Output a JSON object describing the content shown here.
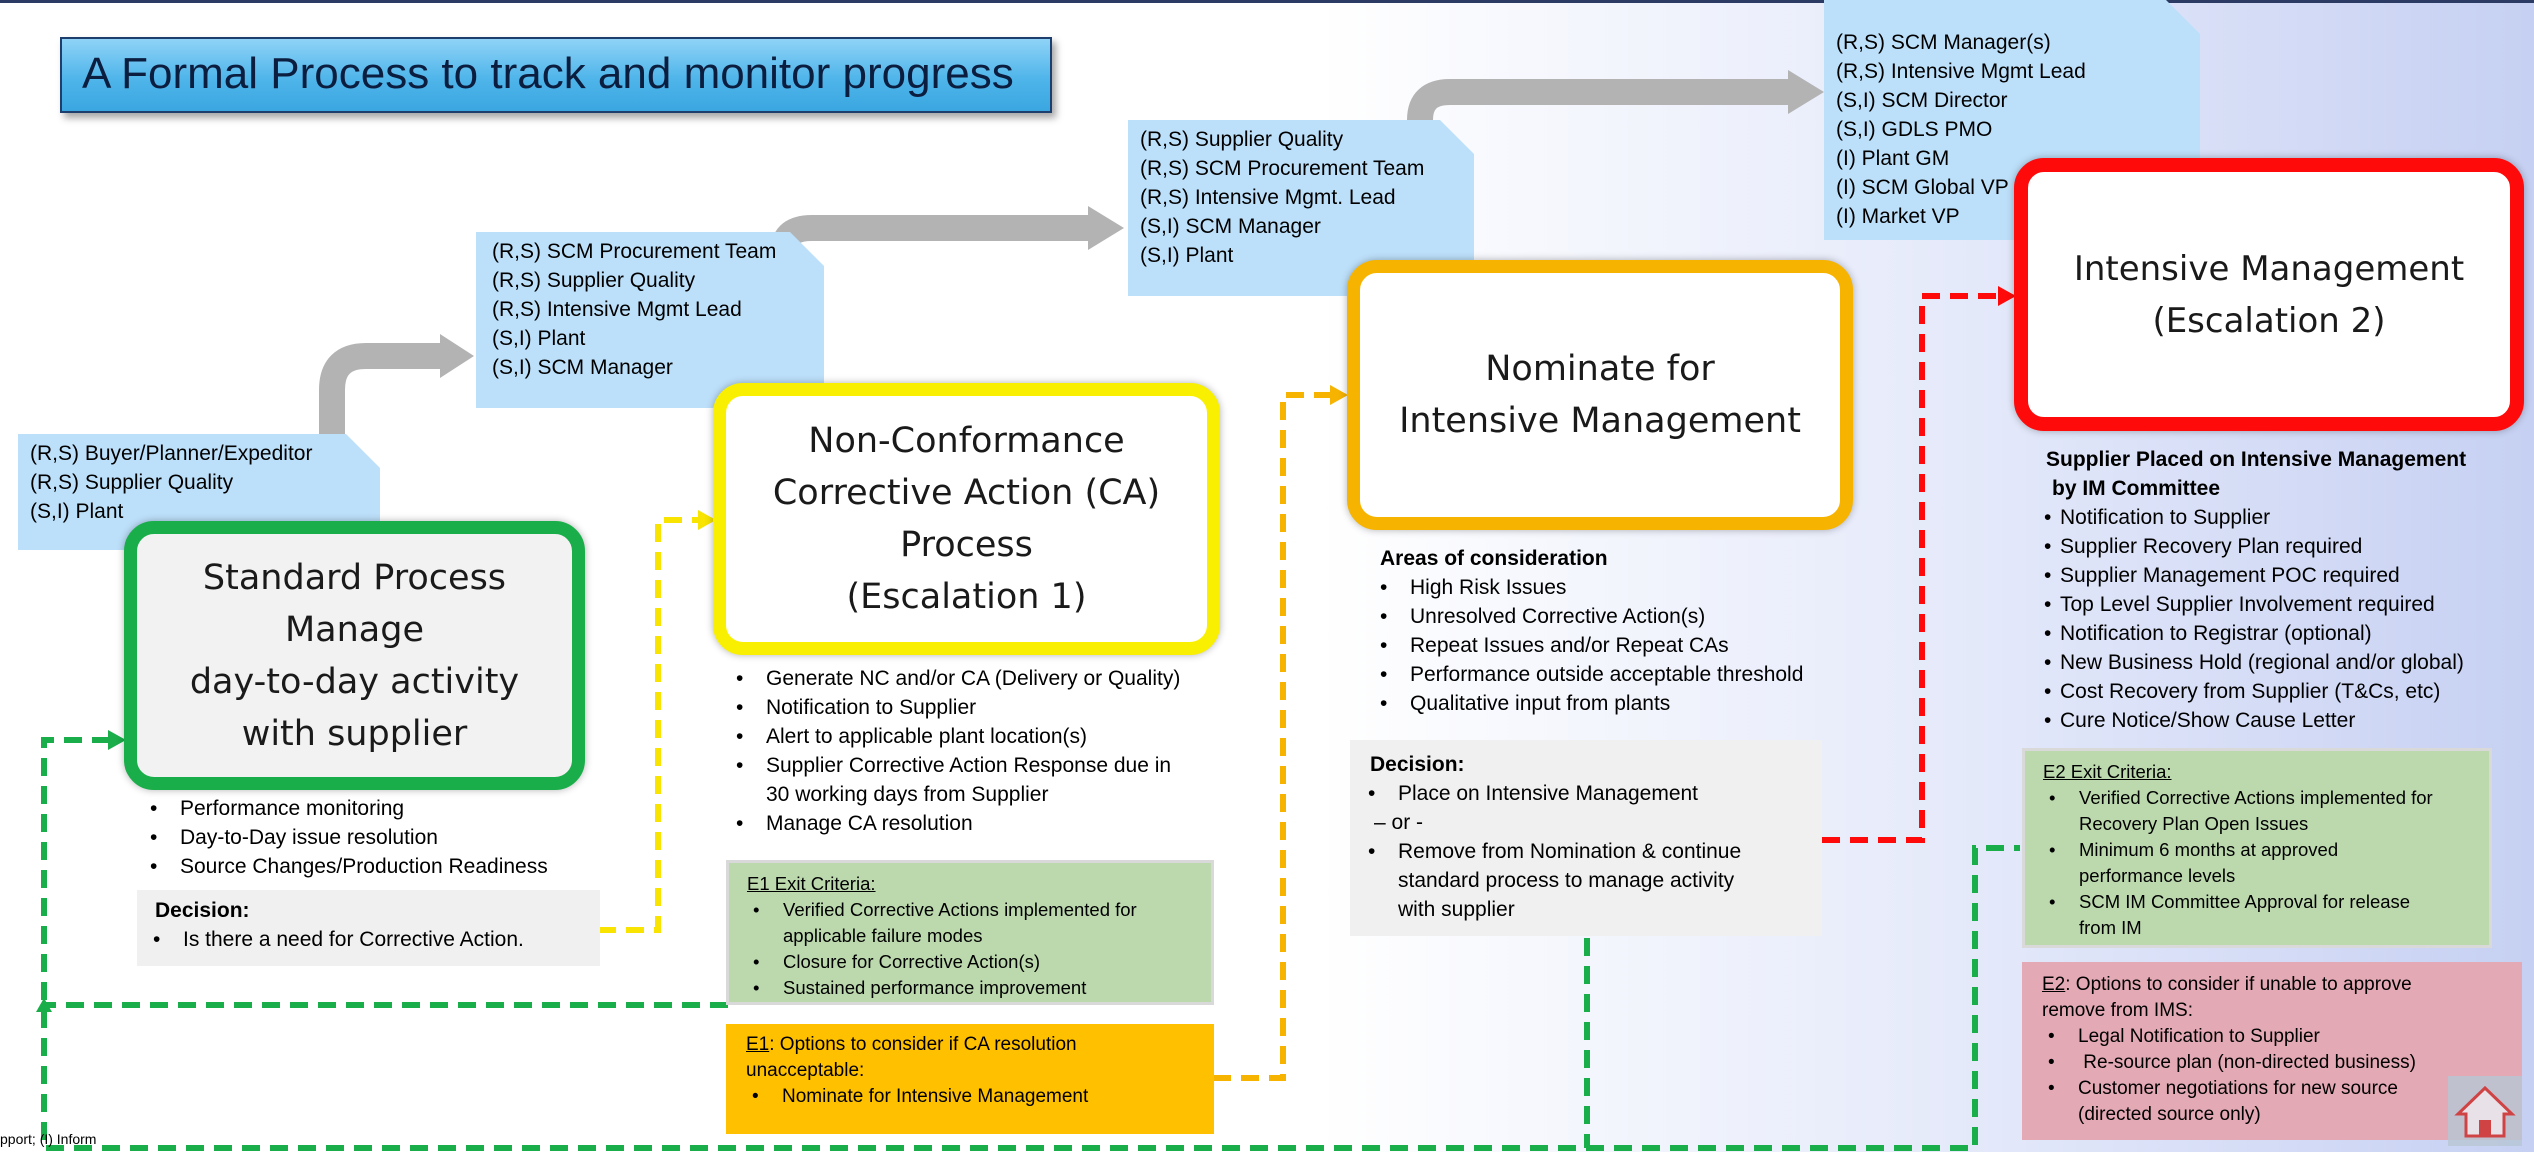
{
  "title": "A Formal Process to track and monitor progress",
  "roles": {
    "stage1": [
      "(R,S) Buyer/Planner/Expeditor",
      "(R,S) Supplier Quality",
      "(S,I) Plant"
    ],
    "stage2": [
      "(R,S) SCM Procurement Team",
      "(R,S) Supplier Quality",
      "(R,S) Intensive Mgmt Lead",
      "(S,I) Plant",
      "(S,I) SCM Manager"
    ],
    "stage3": [
      "(R,S) Supplier Quality",
      "(R,S) SCM Procurement Team",
      "(R,S) Intensive Mgmt. Lead",
      "(S,I) SCM Manager",
      "(S,I) Plant"
    ],
    "stage4": [
      "(R,S) SCM Manager(s)",
      "(R,S) Intensive Mgmt Lead",
      "(S,I) SCM Director",
      "(S,I) GDLS PMO",
      "(I) Plant GM",
      "(I) SCM Global VP",
      "(I) Market VP"
    ]
  },
  "stages": {
    "standard": {
      "lines": [
        "Standard Process",
        "Manage",
        "day-to-day activity",
        "with supplier"
      ],
      "bullets": [
        "Performance monitoring",
        "Day-to-Day issue resolution",
        "Source Changes/Production Readiness"
      ],
      "decision_label": "Decision:",
      "decision_bullets": [
        "Is there a need for Corrective Action."
      ]
    },
    "nonconformance": {
      "lines": [
        "Non-Conformance",
        "Corrective Action (CA)",
        "Process",
        "(Escalation 1)"
      ],
      "bullets": [
        "Generate NC and/or CA (Delivery or Quality)",
        "Notification to Supplier",
        "Alert to applicable plant location(s)",
        "Supplier Corrective Action Response due in",
        "Manage CA resolution"
      ],
      "bullet_continuation": "30 working days from Supplier",
      "e1_exit": {
        "label": "E1 Exit Criteria:",
        "bullets": [
          "Verified Corrective Actions implemented for",
          "Closure for Corrective Action(s)",
          "Sustained performance improvement"
        ],
        "continuation": "applicable failure modes"
      },
      "e1_options": {
        "label": "E1",
        "text": ": Options to consider if CA resolution",
        "text2": "unacceptable:",
        "bullets": [
          "Nominate for Intensive Management"
        ]
      }
    },
    "nominate": {
      "lines": [
        "Nominate for",
        "Intensive Management"
      ],
      "areas_label": "Areas of consideration",
      "areas": [
        "High Risk Issues",
        "Unresolved Corrective Action(s)",
        "Repeat Issues and/or Repeat CAs",
        "Performance outside acceptable threshold",
        "Qualitative input from plants"
      ],
      "decision_label": "Decision:",
      "decision_first": "Place on Intensive Management",
      "or": "– or -",
      "decision_second": [
        "Remove from Nomination & continue",
        "standard process to manage activity",
        "with supplier"
      ]
    },
    "intensive": {
      "lines": [
        "Intensive Management",
        "(Escalation 2)"
      ],
      "placed_label": [
        "Supplier Placed on Intensive Management",
        "by IM Committee"
      ],
      "placed_items": [
        "Notification to Supplier",
        "Supplier Recovery Plan required",
        "Supplier Management POC required",
        "Top Level Supplier Involvement required",
        "Notification to Registrar (optional)",
        "New Business Hold (regional and/or global)",
        "Cost Recovery from Supplier (T&Cs, etc)",
        "Cure Notice/Show Cause Letter"
      ],
      "e2_exit": {
        "label": "E2 Exit Criteria:",
        "bullets": [
          "Verified Corrective Actions implemented for",
          "Minimum 6 months at approved",
          "SCM IM Committee Approval for release"
        ],
        "continuations": [
          "Recovery Plan Open Issues",
          "performance levels",
          "from IM"
        ]
      },
      "e2_options": {
        "label": "E2",
        "text": ": Options to consider if unable to approve",
        "text2": "remove from IMS:",
        "bullets": [
          "Legal Notification to Supplier",
          " Re-source plan (non-directed business)",
          "Customer negotiations for new source"
        ],
        "continuation": "(directed source only)"
      }
    }
  },
  "footer": "pport; (I) Inform",
  "colors": {
    "green": "#1aae4a",
    "yellow": "#f8f000",
    "orange": "#f6b300",
    "red": "#ff0a0a",
    "role_blue": "#bde0fa"
  },
  "icons": {
    "home": "home-icon"
  }
}
